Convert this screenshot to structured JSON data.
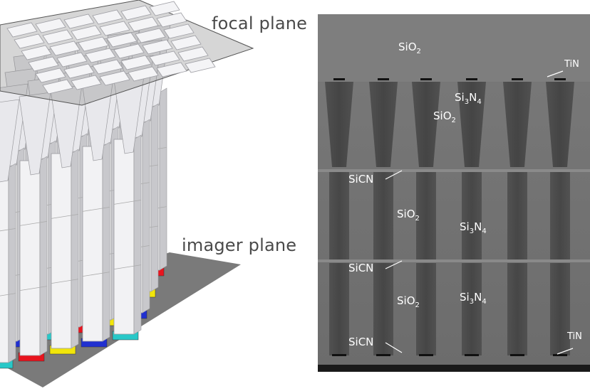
{
  "left_diagram": {
    "focal_plane_label": "focal plane",
    "imager_plane_label": "imager plane"
  },
  "micrograph": {
    "labels": {
      "sio2_top": {
        "base": "SiO",
        "sub": "2"
      },
      "tin_top": "TiN",
      "si3n4_top": {
        "a": "Si",
        "sub1": "3",
        "b": "N",
        "sub2": "4"
      },
      "sio2_upper": {
        "base": "SiO",
        "sub": "2"
      },
      "sicn_1": "SiCN",
      "sio2_mid": {
        "base": "SiO",
        "sub": "2"
      },
      "si3n4_mid": {
        "a": "Si",
        "sub1": "3",
        "b": "N",
        "sub2": "4"
      },
      "sicn_2": "SiCN",
      "sio2_low": {
        "base": "SiO",
        "sub": "2"
      },
      "si3n4_low": {
        "a": "Si",
        "sub1": "3",
        "b": "N",
        "sub2": "4"
      },
      "sicn_3": "SiCN",
      "tin_bottom": "TiN"
    }
  },
  "colors": {
    "pixel_red": "#e8141e",
    "pixel_yellow": "#f2e60a",
    "pixel_blue": "#2030d0",
    "pixel_cyan": "#28c8c8",
    "plane_gray": "#7a7a7a",
    "pillar_light": "#f2f2f4",
    "pillar_shade": "#c8c8cc"
  }
}
